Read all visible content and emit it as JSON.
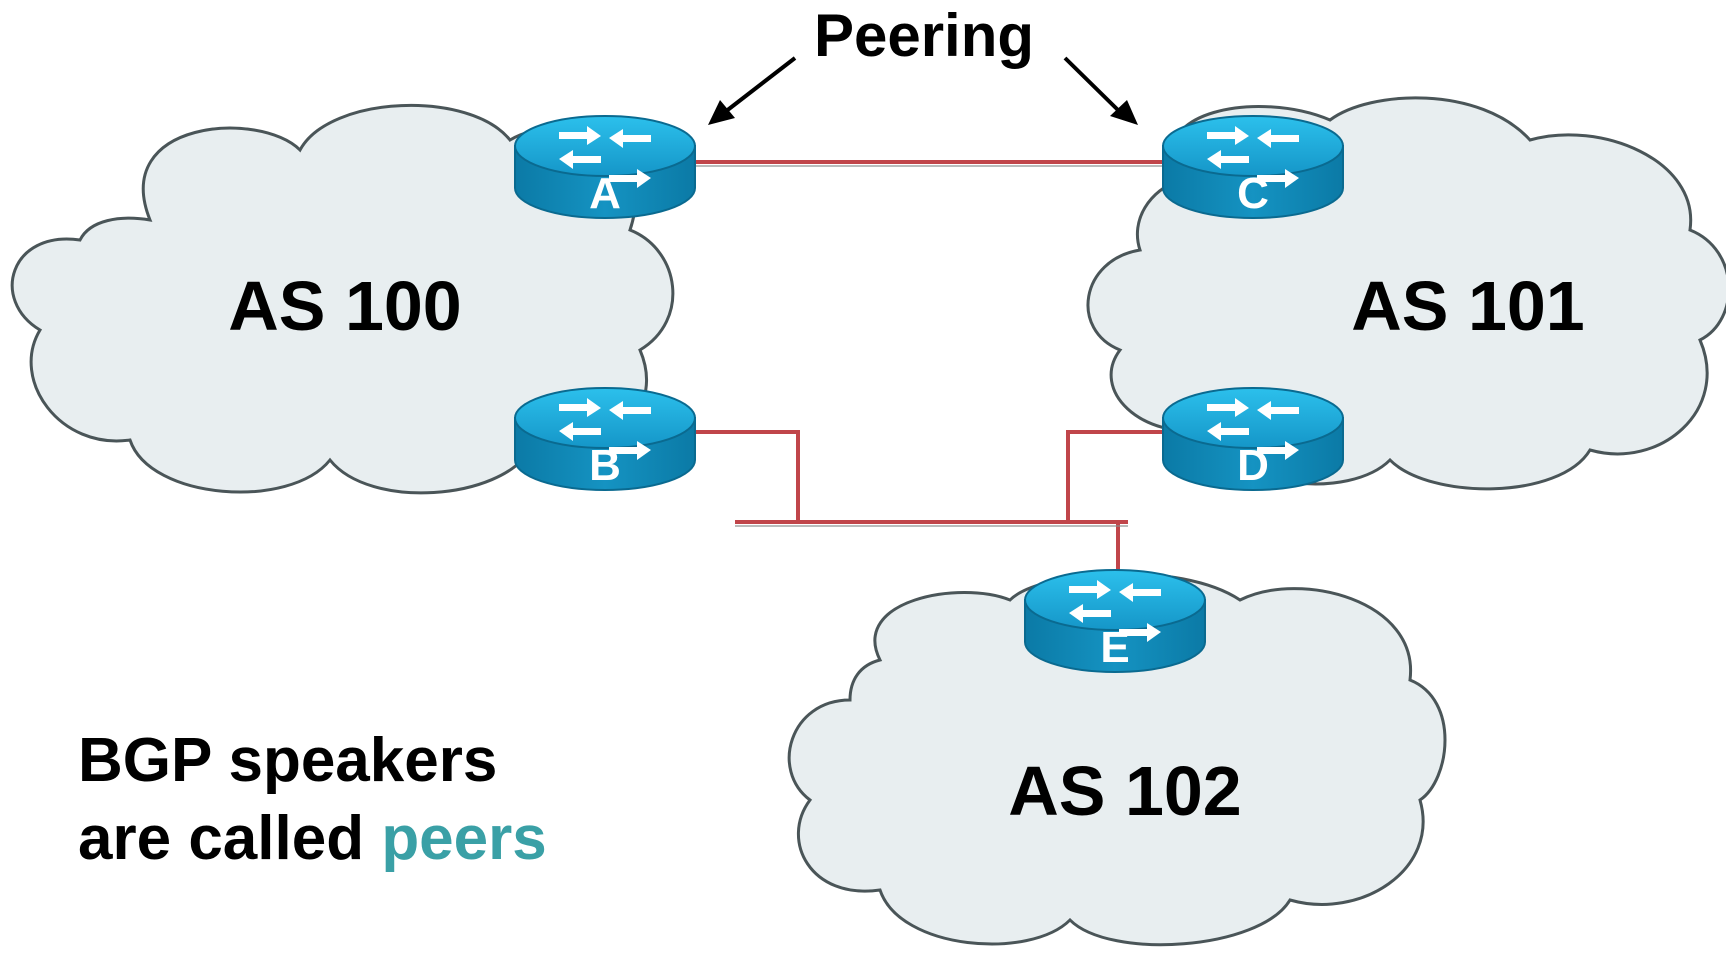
{
  "diagram": {
    "peering_label": "Peering",
    "clouds": [
      {
        "id": "as100",
        "label": "AS 100"
      },
      {
        "id": "as101",
        "label": "AS 101"
      },
      {
        "id": "as102",
        "label": "AS 102"
      }
    ],
    "routers": [
      {
        "id": "A",
        "label": "A"
      },
      {
        "id": "B",
        "label": "B"
      },
      {
        "id": "C",
        "label": "C"
      },
      {
        "id": "D",
        "label": "D"
      },
      {
        "id": "E",
        "label": "E"
      }
    ],
    "links": [
      {
        "from": "A",
        "to": "C"
      },
      {
        "from": "B",
        "to": "shared-segment"
      },
      {
        "from": "D",
        "to": "shared-segment"
      },
      {
        "from": "E",
        "to": "shared-segment"
      }
    ],
    "caption": {
      "line1": "BGP speakers",
      "line2_prefix": "are called ",
      "line2_accent": "peers"
    },
    "colors": {
      "cloud_fill": "#e8eef0",
      "cloud_stroke": "#4a5558",
      "link": "#c0454a",
      "router_top": "#17a6d6",
      "router_side": "#0f84b2",
      "accent": "#3aa0a6"
    }
  }
}
